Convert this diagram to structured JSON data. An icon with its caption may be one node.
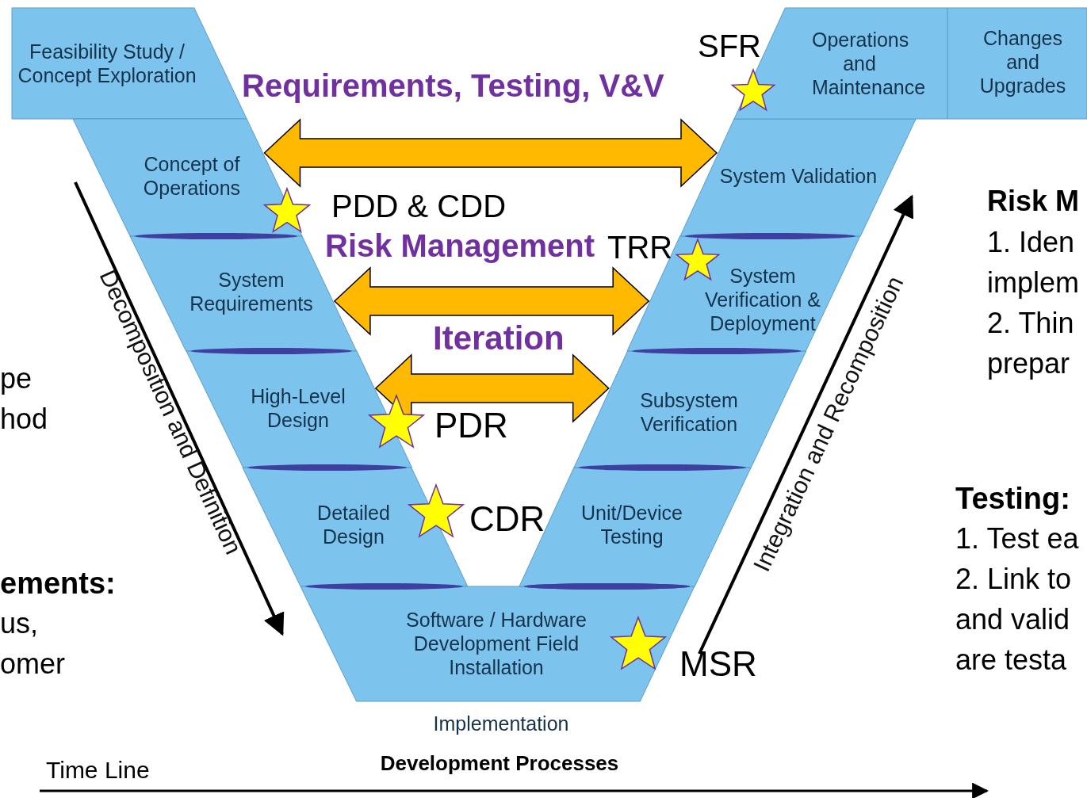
{
  "diagram": {
    "nodes": [
      {
        "text": [
          "Feasibility Study / Concept Exploration"
        ]
      },
      {
        "text": [
          "Concept of Operations"
        ]
      },
      {
        "text": [
          "System Requirements"
        ]
      },
      {
        "text": [
          "High-Level Design"
        ]
      },
      {
        "text": [
          "Detailed Design"
        ]
      },
      {
        "text": [
          "Software / Hardware Development Field Installation"
        ],
        "beside": [
          "Implementation"
        ]
      },
      {
        "text": [
          "Unit/Device Testing"
        ]
      },
      {
        "text": [
          "Subsystem Verification"
        ]
      },
      {
        "text": [
          "System Verification & Deployment"
        ]
      },
      {
        "text": [
          "System Validation"
        ]
      },
      {
        "text": [
          "Operations and Maintenance"
        ]
      },
      {
        "text": [
          "Changes and Upgrades"
        ]
      }
    ],
    "edges": [
      {
        "from": 1,
        "to": 9,
        "arrow": "both",
        "label": "Requirements, Testing, V&V"
      },
      {
        "from": 2,
        "to": 8,
        "arrow": "both",
        "label": "Risk Management"
      },
      {
        "from": 3,
        "to": 7,
        "arrow": "both",
        "label": "Iteration"
      }
    ],
    "labels": [
      "SFR",
      "Risk M",
      "PDD & CDD",
      "TRR",
      "1. Iden",
      "implem",
      "2. Thin",
      "prepar",
      "pe",
      "hod",
      "PDR",
      "Decomposition and Definition",
      "Integration and Recomposition",
      "Testing:",
      "CDR",
      "1. Test ea",
      "2. Link to",
      "ements:",
      "and valid",
      "us,",
      "MSR",
      "are testa",
      "omer",
      "Development Processes",
      "Time Line"
    ]
  }
}
